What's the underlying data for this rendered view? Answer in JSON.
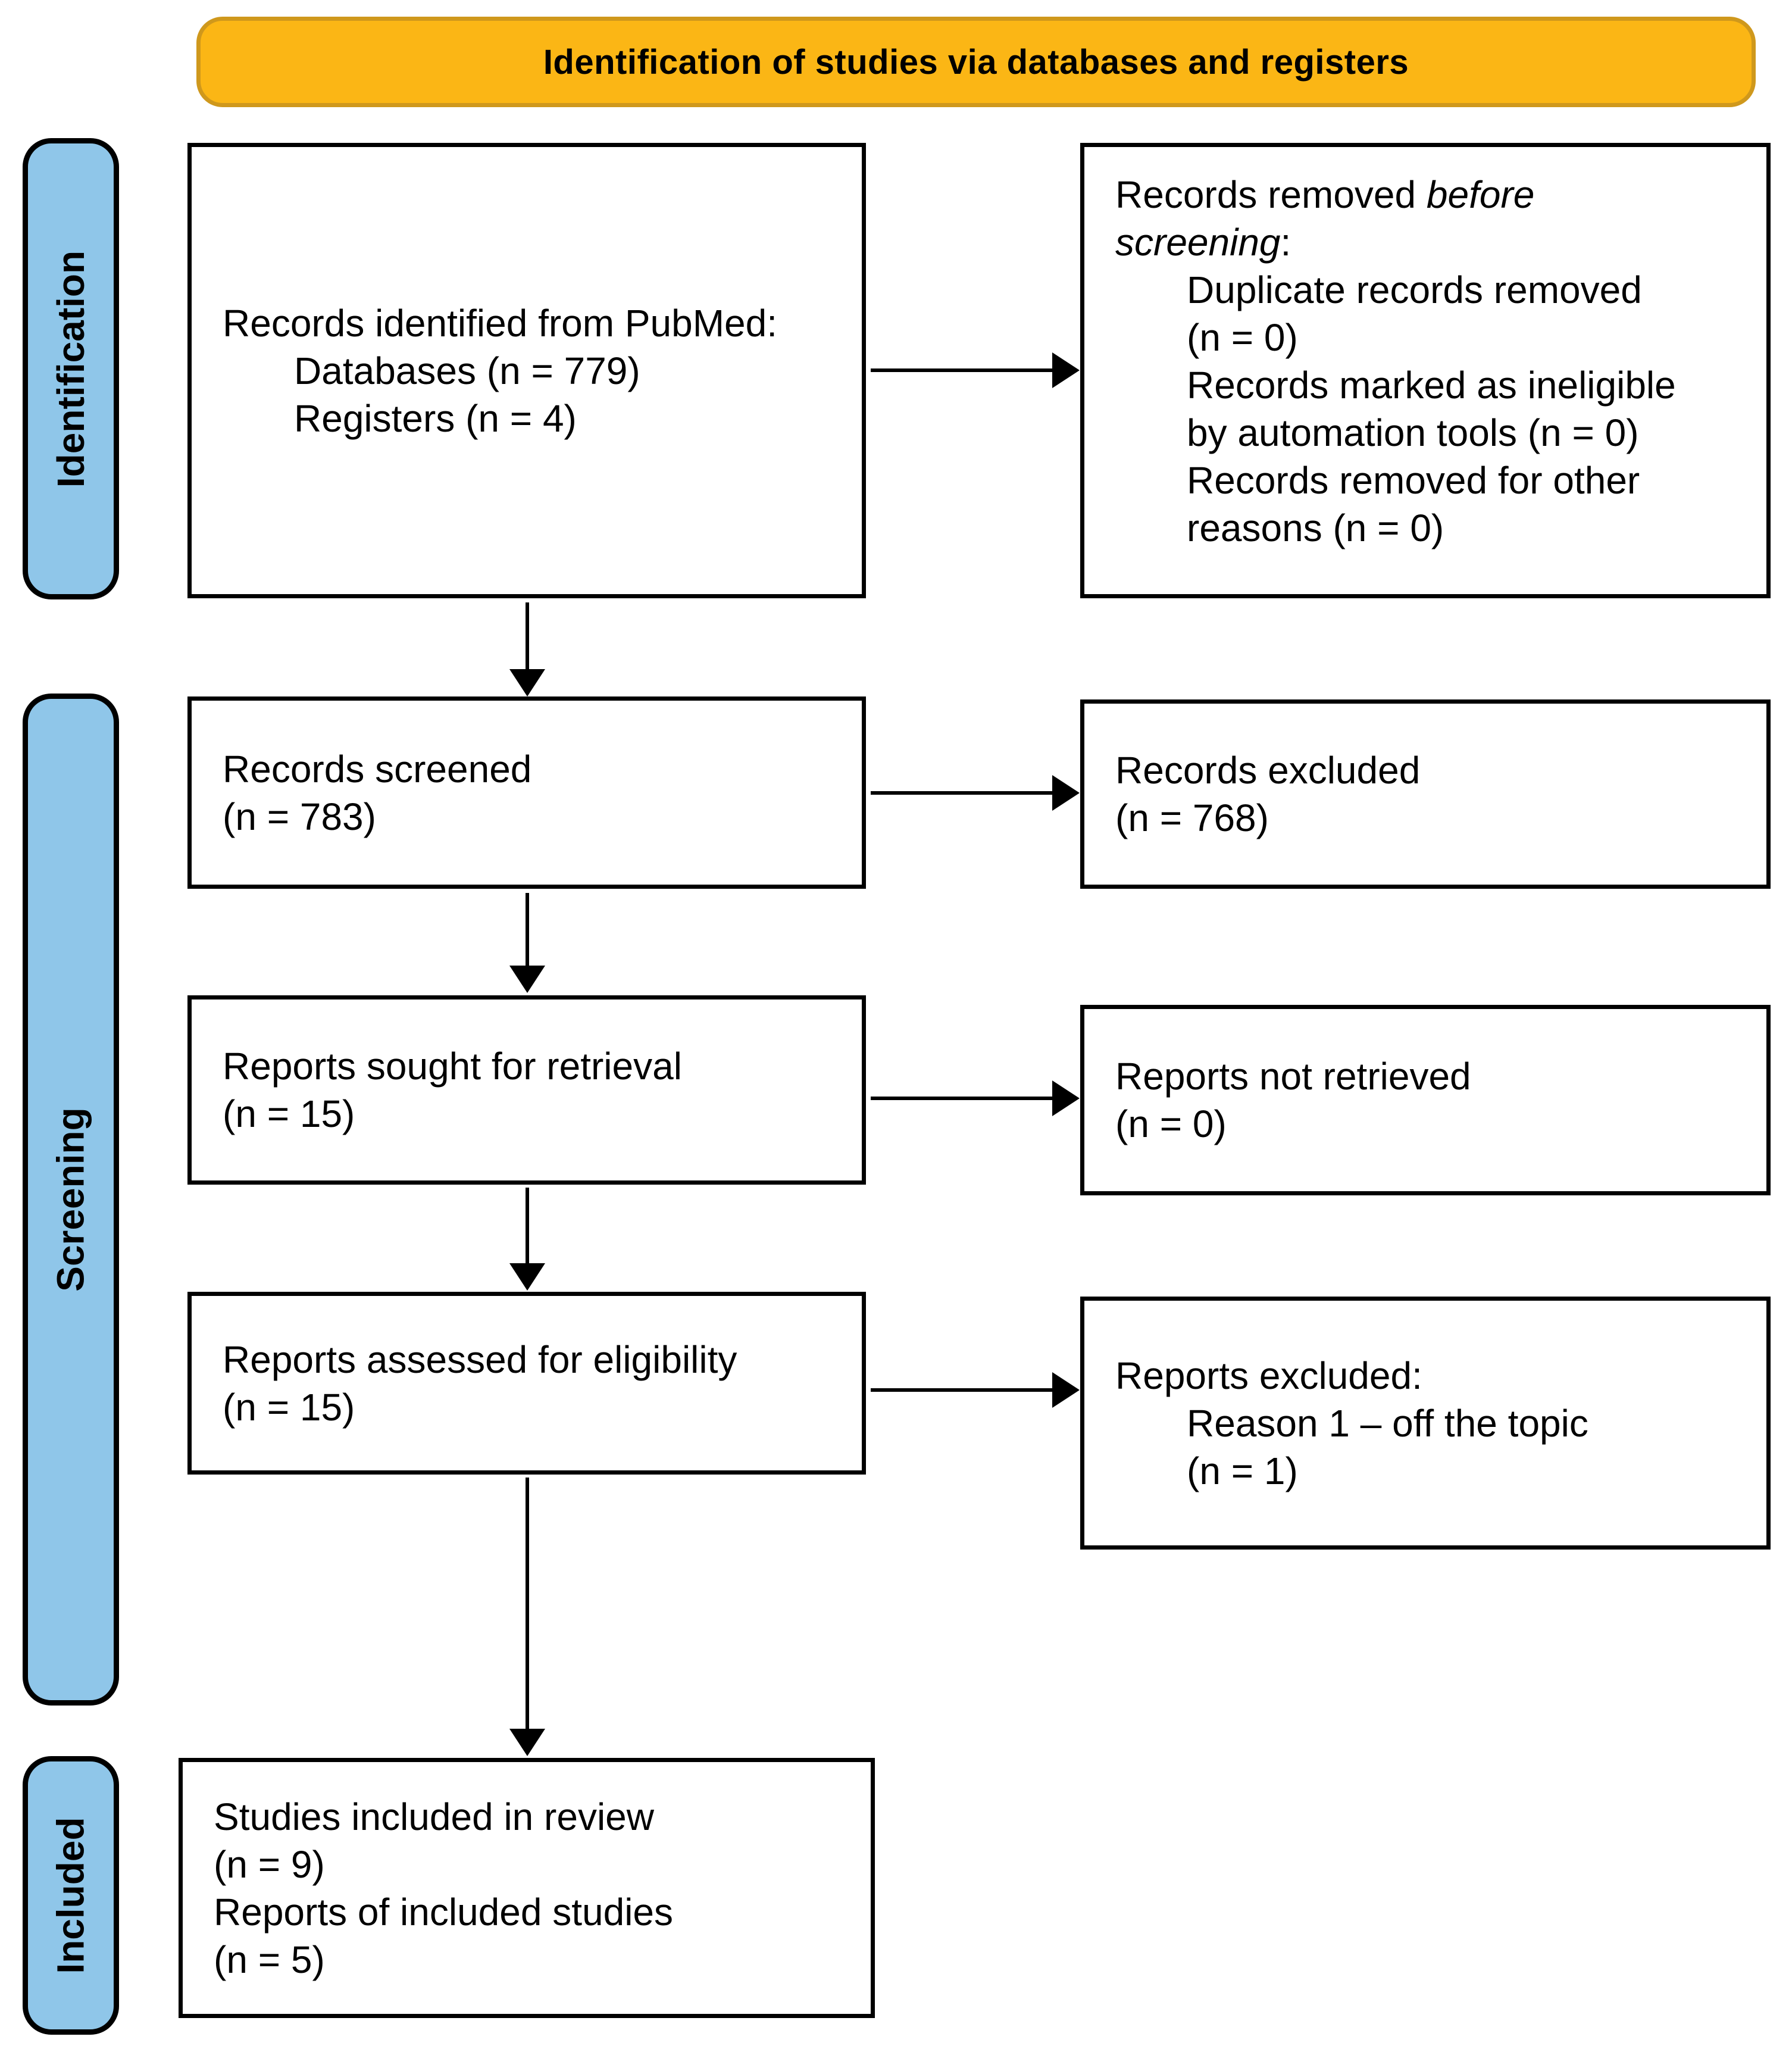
{
  "banner": {
    "label": "Identification of studies via databases and registers",
    "fill": "#FBB615"
  },
  "sidebar": {
    "fill": "#8FC6E9",
    "labels": [
      {
        "id": "identification",
        "label": "Identification"
      },
      {
        "id": "screening",
        "label": "Screening"
      },
      {
        "id": "included",
        "label": "Included"
      }
    ]
  },
  "boxes": {
    "records_identified": {
      "lines": [
        {
          "indent": 0,
          "runs": [
            {
              "t": "Records identified from PubMed:"
            }
          ]
        },
        {
          "indent": 1,
          "runs": [
            {
              "t": "Databases (n = 779)"
            }
          ]
        },
        {
          "indent": 1,
          "runs": [
            {
              "t": "Registers (n = 4)"
            }
          ]
        }
      ]
    },
    "records_removed": {
      "lines": [
        {
          "indent": 0,
          "runs": [
            {
              "t": "Records removed "
            },
            {
              "t": "before",
              "italic": true
            }
          ]
        },
        {
          "indent": 0,
          "runs": [
            {
              "t": "screening",
              "italic": true
            },
            {
              "t": ":"
            }
          ]
        },
        {
          "indent": 1,
          "runs": [
            {
              "t": "Duplicate records removed"
            }
          ]
        },
        {
          "indent": 1,
          "runs": [
            {
              "t": "(n = 0)"
            }
          ]
        },
        {
          "indent": 1,
          "runs": [
            {
              "t": "Records marked as ineligible"
            }
          ]
        },
        {
          "indent": 1,
          "runs": [
            {
              "t": "by automation tools (n = 0)"
            }
          ]
        },
        {
          "indent": 1,
          "runs": [
            {
              "t": "Records removed for other"
            }
          ]
        },
        {
          "indent": 1,
          "runs": [
            {
              "t": "reasons (n = 0)"
            }
          ]
        }
      ]
    },
    "records_screened": {
      "lines": [
        {
          "indent": 0,
          "runs": [
            {
              "t": "Records screened"
            }
          ]
        },
        {
          "indent": 0,
          "runs": [
            {
              "t": "(n = 783)"
            }
          ]
        }
      ]
    },
    "records_excluded": {
      "lines": [
        {
          "indent": 0,
          "runs": [
            {
              "t": "Records excluded"
            }
          ]
        },
        {
          "indent": 0,
          "runs": [
            {
              "t": "(n = 768)"
            }
          ]
        }
      ]
    },
    "reports_sought": {
      "lines": [
        {
          "indent": 0,
          "runs": [
            {
              "t": "Reports sought for retrieval"
            }
          ]
        },
        {
          "indent": 0,
          "runs": [
            {
              "t": "(n = 15)"
            }
          ]
        }
      ]
    },
    "reports_not_retrieved": {
      "lines": [
        {
          "indent": 0,
          "runs": [
            {
              "t": "Reports not retrieved"
            }
          ]
        },
        {
          "indent": 0,
          "runs": [
            {
              "t": "(n = 0)"
            }
          ]
        }
      ]
    },
    "reports_assessed": {
      "lines": [
        {
          "indent": 0,
          "runs": [
            {
              "t": "Reports assessed for eligibility"
            }
          ]
        },
        {
          "indent": 0,
          "runs": [
            {
              "t": "(n = 15)"
            }
          ]
        }
      ]
    },
    "reports_excluded": {
      "lines": [
        {
          "indent": 0,
          "runs": [
            {
              "t": "Reports excluded:"
            }
          ]
        },
        {
          "indent": 1,
          "runs": [
            {
              "t": "Reason 1 – off the topic"
            }
          ]
        },
        {
          "indent": 1,
          "runs": [
            {
              "t": "(n = 1)"
            }
          ]
        }
      ]
    },
    "studies_included": {
      "lines": [
        {
          "indent": 0,
          "runs": [
            {
              "t": "Studies included in review"
            }
          ]
        },
        {
          "indent": 0,
          "runs": [
            {
              "t": "(n = 9)"
            }
          ]
        },
        {
          "indent": 0,
          "runs": [
            {
              "t": "Reports of included studies"
            }
          ]
        },
        {
          "indent": 0,
          "runs": [
            {
              "t": "(n = 5)"
            }
          ]
        }
      ]
    }
  }
}
